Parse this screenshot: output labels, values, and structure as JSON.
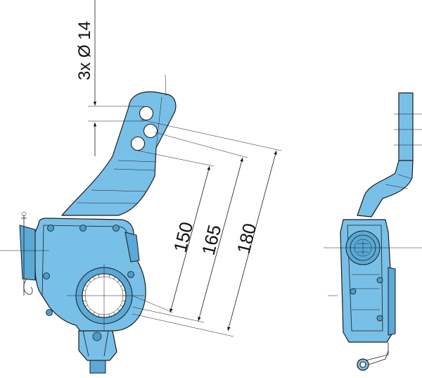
{
  "dimensions": {
    "holes_label": "3x Ø 14",
    "d150": "150",
    "d165": "165",
    "d180": "180"
  },
  "colors": {
    "part_fill": "#79c0e8",
    "outline": "#1b1b1b"
  }
}
